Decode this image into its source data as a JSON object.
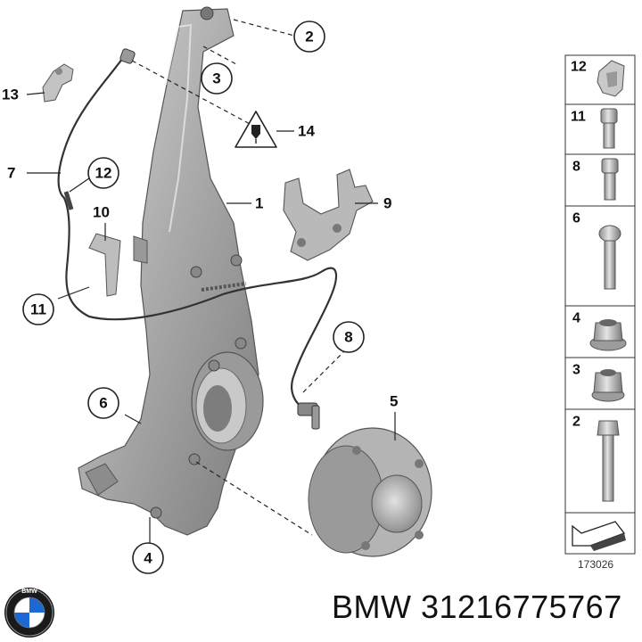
{
  "diagram": {
    "callouts": {
      "c1": "1",
      "c2": "2",
      "c3": "3",
      "c4": "4",
      "c5": "5",
      "c6": "6",
      "c7": "7",
      "c8": "8",
      "c9": "9",
      "c10": "10",
      "c11": "11",
      "c12": "12",
      "c13": "13",
      "c14": "14"
    },
    "parts_column": [
      "12",
      "11",
      "8",
      "6",
      "4",
      "3",
      "2"
    ],
    "reference_number": "173026"
  },
  "brand": {
    "logo_letters": "BMW",
    "part_text": "BMW 31216775767",
    "logo_colors": {
      "blue": "#1c69d4",
      "ring": "#1a1a1a",
      "white": "#ffffff"
    }
  }
}
